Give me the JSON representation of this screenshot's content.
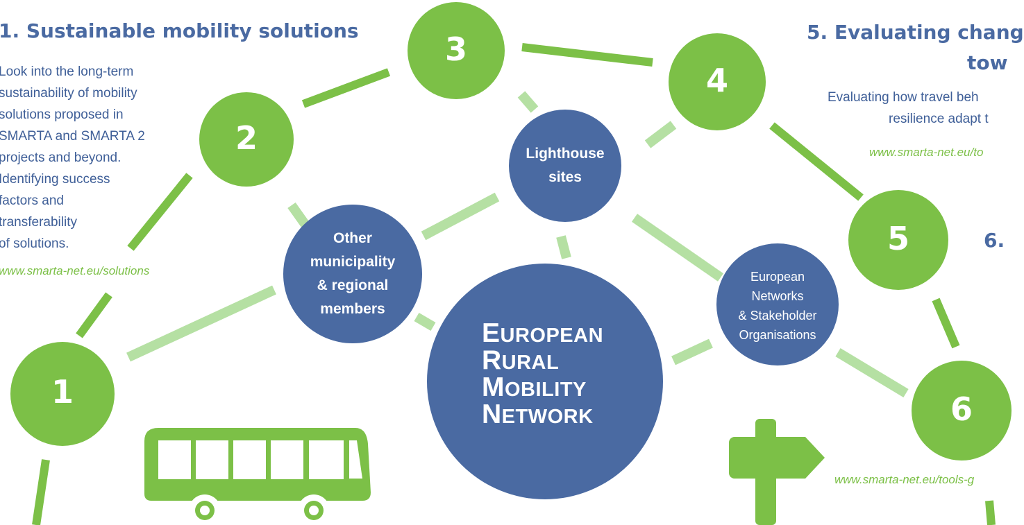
{
  "section1": {
    "title": "1. Sustainable mobility solutions",
    "body_lines": [
      "Look into the long-term",
      "sustainability of mobility",
      "solutions proposed in",
      "SMARTA and SMARTA 2",
      "projects and beyond.",
      "Identifying success",
      "factors and",
      "transferability",
      "of solutions."
    ],
    "link": "www.smarta-net.eu/solutions"
  },
  "section5": {
    "title_line1": "5. Evaluating chang",
    "title_line2": "tow",
    "body_line1": "Evaluating how travel beh",
    "body_line2": "resilience adapt t",
    "link": "www.smarta-net.eu/to"
  },
  "section6": {
    "title": "6.",
    "link": "www.smarta-net.eu/tools-g"
  },
  "steps": [
    "1",
    "2",
    "3",
    "4",
    "5",
    "6"
  ],
  "hubs": {
    "lighthouse": [
      "Lighthouse",
      "sites"
    ],
    "other": [
      "Other",
      "municipality",
      "& regional",
      "members"
    ],
    "european": [
      "European",
      "Networks",
      "& Stakeholder",
      "Organisations"
    ],
    "center": [
      {
        "cap": "E",
        "rest": "UROPEAN"
      },
      {
        "cap": "R",
        "rest": "URAL"
      },
      {
        "cap": "M",
        "rest": "OBILITY"
      },
      {
        "cap": "N",
        "rest": "ETWORK"
      }
    ]
  },
  "colors": {
    "green": "#7cc047",
    "light_green": "#b5e0a3",
    "blue": "#4a6aa2",
    "white": "#ffffff"
  },
  "icons": [
    "bus-icon",
    "signpost-icon"
  ]
}
